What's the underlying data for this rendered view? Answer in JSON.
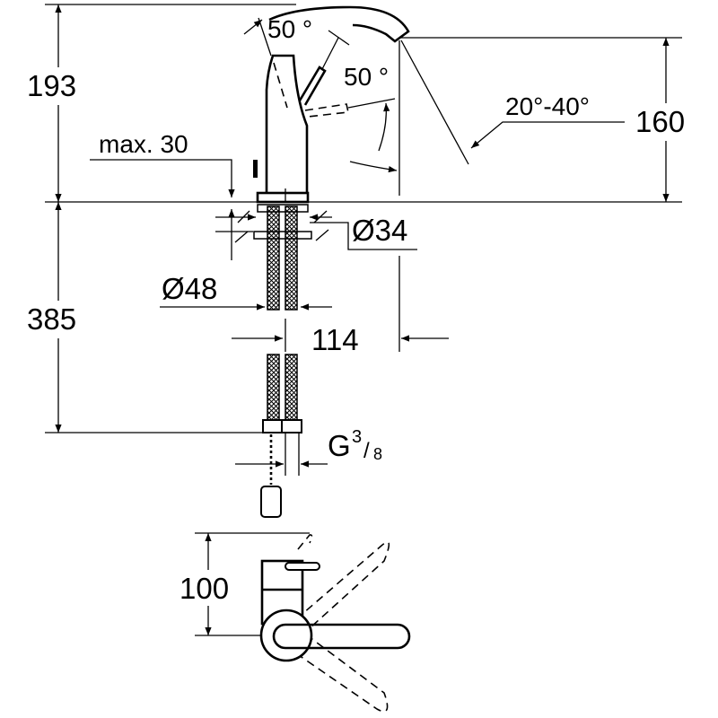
{
  "dimensions": {
    "total_height_above": "193",
    "spout_height": "160",
    "below_counter": "385",
    "max_thickness": "max. 30",
    "lever_angle_top": "50 °",
    "lever_angle_side": "50 °",
    "spout_angle": "20°-40°",
    "hole_diameter": "Ø34",
    "base_diameter": "Ø48",
    "reach": "114",
    "thread_g": "G",
    "thread_num": "3",
    "thread_den": "8",
    "top_view_depth": "100"
  }
}
